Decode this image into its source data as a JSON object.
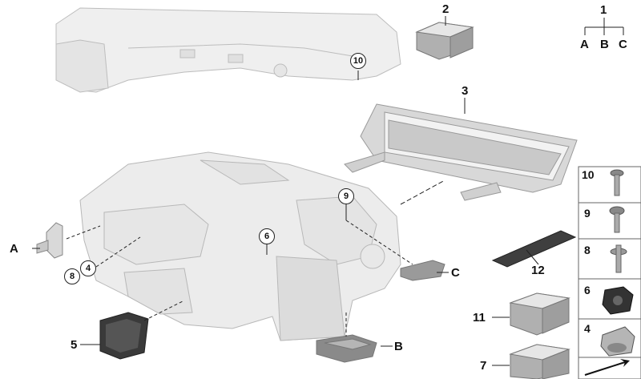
{
  "labels": {
    "p1": "1",
    "p1a": "A",
    "p1b": "B",
    "p1c": "C",
    "p2": "2",
    "p3": "3",
    "p5": "5",
    "p7": "7",
    "p11": "11",
    "p12": "12",
    "callout_a": "A",
    "callout_b": "B",
    "callout_c": "C",
    "circ4": "4",
    "circ6": "6",
    "circ8": "8",
    "circ9": "9",
    "circ10": "10"
  },
  "side_panel": {
    "cells": [
      "10",
      "9",
      "8",
      "6",
      "4",
      ""
    ]
  },
  "colors": {
    "housing": "#ececec",
    "stroke": "#b8b8b8",
    "dark_part": "#3a3a3a",
    "box_light": "#e3e3e3",
    "box_dark": "#a9a9a9"
  }
}
